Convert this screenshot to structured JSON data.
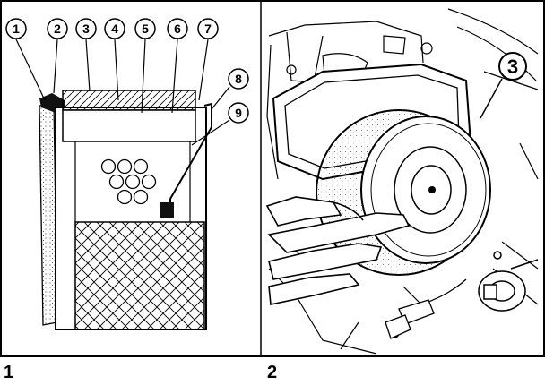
{
  "figures": [
    {
      "number": "1"
    },
    {
      "number": "2"
    }
  ],
  "callouts_fig1": [
    "1",
    "2",
    "3",
    "4",
    "5",
    "6",
    "7",
    "8",
    "9"
  ],
  "callout_fig2": "3"
}
